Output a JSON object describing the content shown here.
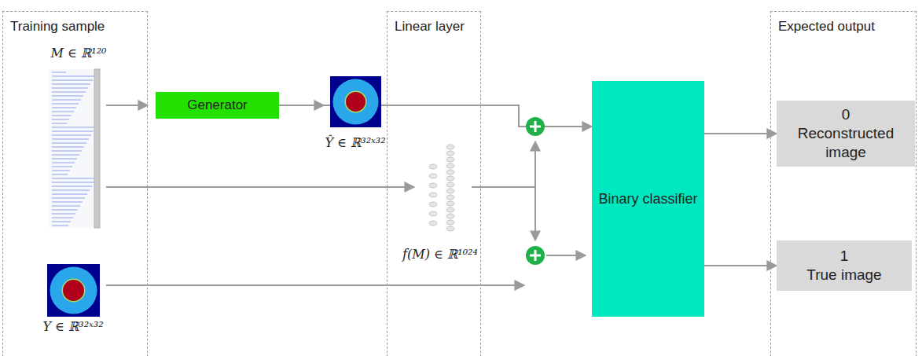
{
  "diagram": {
    "nodes": [
      {
        "text": [
          "Training sample"
        ]
      },
      {
        "text": [
          "Generator"
        ]
      },
      {
        "text": [
          "Linear layer"
        ]
      },
      {
        "text": [
          "Binary classifier"
        ]
      },
      {
        "text": [
          "Expected output"
        ]
      },
      {
        "text": [
          "0",
          "Reconstructed image"
        ],
        "in": 4
      },
      {
        "text": [
          "1",
          "True image"
        ],
        "in": 4
      }
    ],
    "edges": [
      {
        "from": 1,
        "to": 3,
        "arrow": "to"
      },
      {
        "from": 3,
        "to": 5,
        "arrow": "to"
      },
      {
        "from": 3,
        "to": 6,
        "arrow": "to"
      }
    ],
    "labels": [
      "M ∈ ℝ¹²⁰",
      "Ŷ ∈ ℝ³²ˣ³²",
      "f(M) ∈ ℝ¹⁰²⁴",
      "Y ∈ ℝ³²ˣ³²"
    ]
  }
}
